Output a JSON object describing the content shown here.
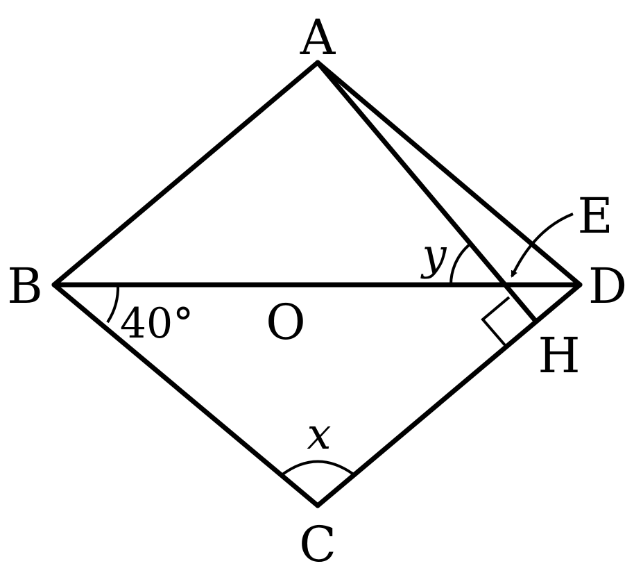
{
  "diagram": {
    "points": {
      "A": "A",
      "B": "B",
      "C": "C",
      "D": "D",
      "O": "O",
      "E": "E",
      "H": "H"
    },
    "angle_labels": {
      "x": "x",
      "y": "y",
      "given": "40°"
    }
  }
}
